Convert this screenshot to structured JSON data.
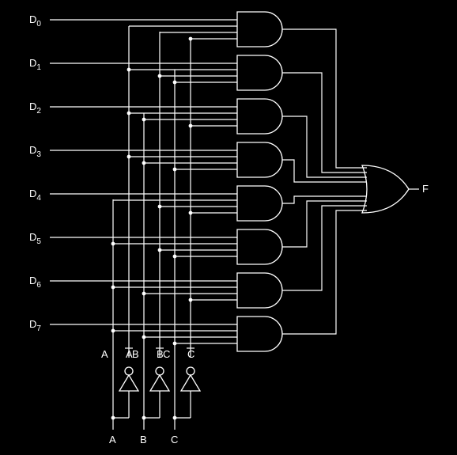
{
  "colors": {
    "background": "#000000",
    "line": "#ffffff",
    "text": "#ffffff"
  },
  "data_inputs": [
    {
      "base": "D",
      "sub": "0"
    },
    {
      "base": "D",
      "sub": "1"
    },
    {
      "base": "D",
      "sub": "2"
    },
    {
      "base": "D",
      "sub": "3"
    },
    {
      "base": "D",
      "sub": "4"
    },
    {
      "base": "D",
      "sub": "5"
    },
    {
      "base": "D",
      "sub": "6"
    },
    {
      "base": "D",
      "sub": "7"
    }
  ],
  "select_inputs": [
    {
      "name": "A",
      "true_label": "A",
      "comp_label": "A"
    },
    {
      "name": "B",
      "true_label": "B",
      "comp_label": "B"
    },
    {
      "name": "C",
      "true_label": "C",
      "comp_label": "C"
    }
  ],
  "output": {
    "label": "F"
  },
  "gates": {
    "and_count": 8,
    "and_inputs": 4,
    "inverter_count": 3,
    "or_inputs": 8
  }
}
